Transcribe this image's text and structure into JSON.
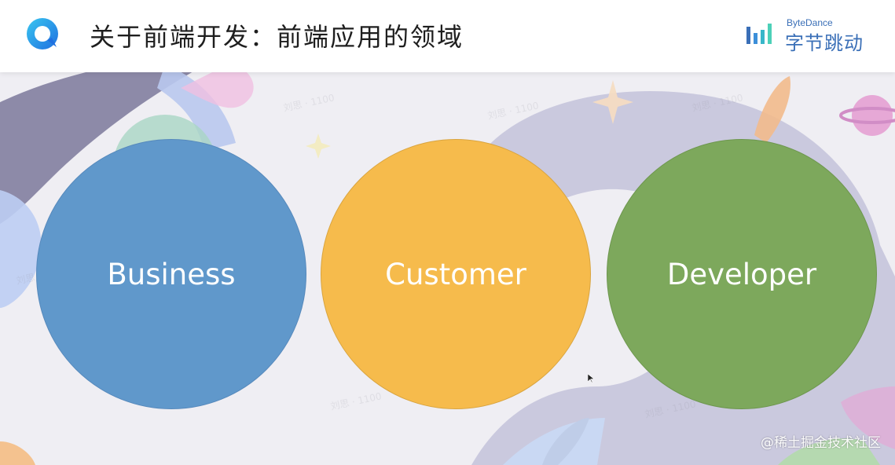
{
  "header": {
    "title": "关于前端开发：前端应用的领域",
    "app_logo_icon": "chat-bubble-logo-icon",
    "brand": {
      "name_en": "ByteDance",
      "name_cn": "字节跳动",
      "mark_icon": "bytedance-bars-icon",
      "color": "#3a6fb7"
    }
  },
  "slide": {
    "circles": [
      {
        "label": "Business",
        "color": "#6098cb"
      },
      {
        "label": "Customer",
        "color": "#f6bb4c"
      },
      {
        "label": "Developer",
        "color": "#7da85c"
      }
    ],
    "watermark": "刘思 · 1100",
    "credit": "@稀土掘金技术社区"
  }
}
